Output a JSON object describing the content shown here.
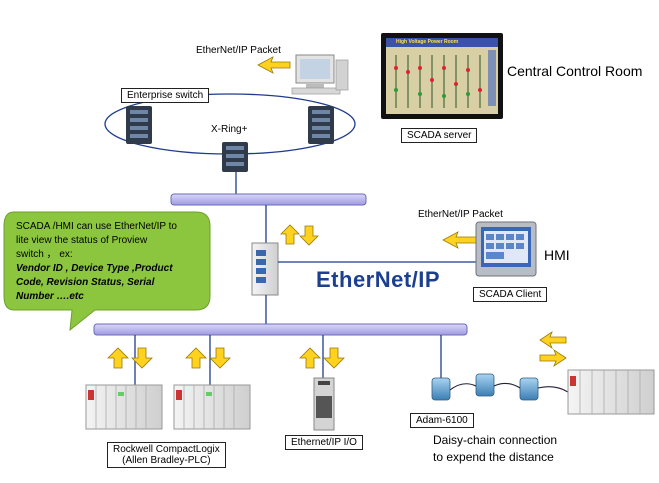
{
  "top": {
    "packet_label_top": "EtherNet/IP Packet",
    "central_room": "Central Control Room",
    "scada_server": "SCADA server",
    "enterprise_switch": "Enterprise switch",
    "xring": "X-Ring+",
    "scada_screen_title": "High Voltage Power Room"
  },
  "callout": {
    "line1": "SCADA /HMI can use EtherNet/IP to",
    "line2": "lite view the status of Proview",
    "line3": "switch ， ex:",
    "bold_line1": "Vendor ID , Device Type ,Product",
    "bold_line2": "Code, Revision Status, Serial",
    "bold_line3": "Number ….etc"
  },
  "middle": {
    "packet_label_hmi": "EtherNet/IP Packet",
    "hmi": "HMI",
    "scada_client": "SCADA Client",
    "ethernetip_logo": "EtherNet/IP"
  },
  "bottom": {
    "rockwell_line1": "Rockwell CompactLogix",
    "rockwell_line2": "(Allen Bradley-PLC)",
    "ethernetip_io": "Ethernet/IP I/O",
    "adam": "Adam-6100",
    "daisy_line1": "Daisy-chain connection",
    "daisy_line2": "to expend the distance"
  },
  "colors": {
    "bus": "#b9b6ef",
    "callout": "#8cc63f",
    "arrow": "#ffd21f",
    "arrow_stroke": "#9a7a00",
    "ring": "#1f3b8c"
  }
}
